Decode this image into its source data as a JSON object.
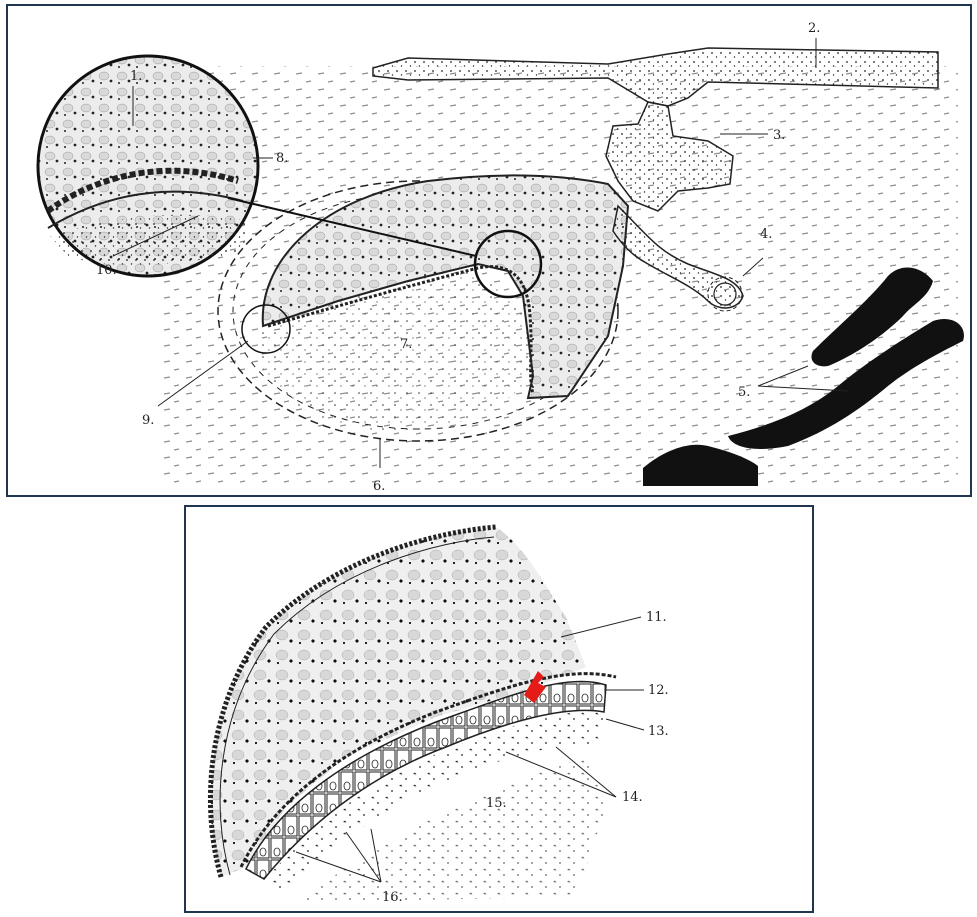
{
  "figure": {
    "top_panel": {
      "labels": [
        "1.",
        "2.",
        "3.",
        "4.",
        "5.",
        "6.",
        "7.",
        "8.",
        "9.",
        "10."
      ]
    },
    "bottom_panel": {
      "labels": [
        "11.",
        "12.",
        "13.",
        "14.",
        "15.",
        "16."
      ],
      "highlight_color": "#e41b17"
    },
    "colors": {
      "border": "#1f3550",
      "ink": "#1a1a1a",
      "tissue_fill": "#e8e8e8"
    }
  }
}
